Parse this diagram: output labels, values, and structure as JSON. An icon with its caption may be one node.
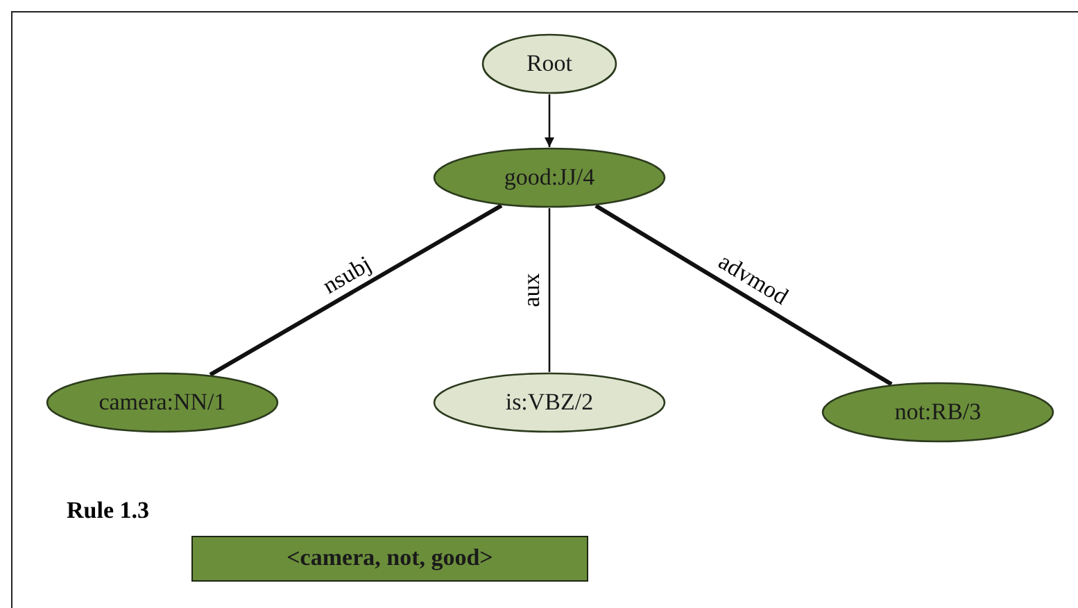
{
  "diagram": {
    "nodes": [
      {
        "text": [
          "Root"
        ]
      },
      {
        "text": [
          "good:JJ/4"
        ]
      },
      {
        "text": [
          "camera:NN/1"
        ]
      },
      {
        "text": [
          "is:VBZ/2"
        ]
      },
      {
        "text": [
          "not:RB/3"
        ]
      },
      {
        "text": [
          "<camera, not, good>"
        ]
      }
    ],
    "edges": [
      {
        "from": 0,
        "to": 1,
        "arrow": "to"
      },
      {
        "from": 1,
        "to": 2,
        "arrow": "none",
        "label": "nsubj",
        "style": "thick"
      },
      {
        "from": 1,
        "to": 3,
        "arrow": "none",
        "label": "aux"
      },
      {
        "from": 1,
        "to": 4,
        "arrow": "none",
        "label": "advmod",
        "style": "thick"
      }
    ],
    "labels": [
      "Rule 1.3"
    ]
  }
}
